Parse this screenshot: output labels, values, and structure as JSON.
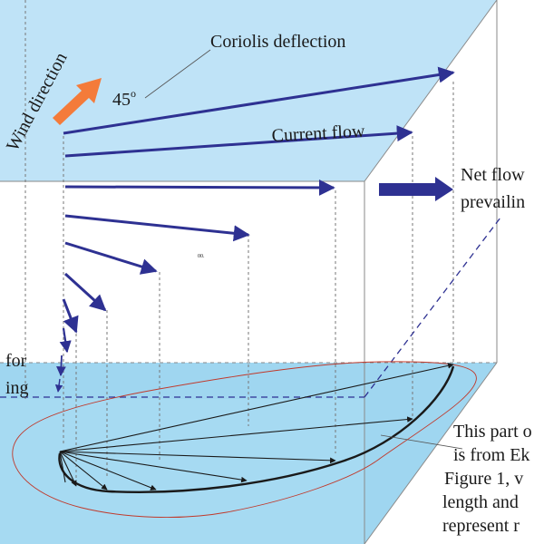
{
  "labels": {
    "coriolis": "Coriolis deflection",
    "wind_direction": "Wind direction",
    "angle": "45",
    "angle_unit": "o",
    "current_flow": "Current flow",
    "net_flow_line1": "Net flow",
    "net_flow_line2": "prevailin",
    "left_line1": "for",
    "left_line2": "ing",
    "note_line1": "This part o",
    "note_line2": "is from Ek",
    "note_line3": "Figure 1, v",
    "note_line4": "length and",
    "note_line5": "represent r",
    "tiny_mark": "00."
  },
  "colors": {
    "sky_top": "#bfe3f7",
    "water_bottom": "#9fd6f0",
    "arrow_blue": "#2e3192",
    "wind_orange": "#f47b3a",
    "dashed_gray": "#777777",
    "spiral_red": "#c0392b",
    "box_edge": "#8a8a8a"
  },
  "icons": {
    "wind": "thick-orange-arrow",
    "net_flow": "thick-blue-arrow"
  }
}
